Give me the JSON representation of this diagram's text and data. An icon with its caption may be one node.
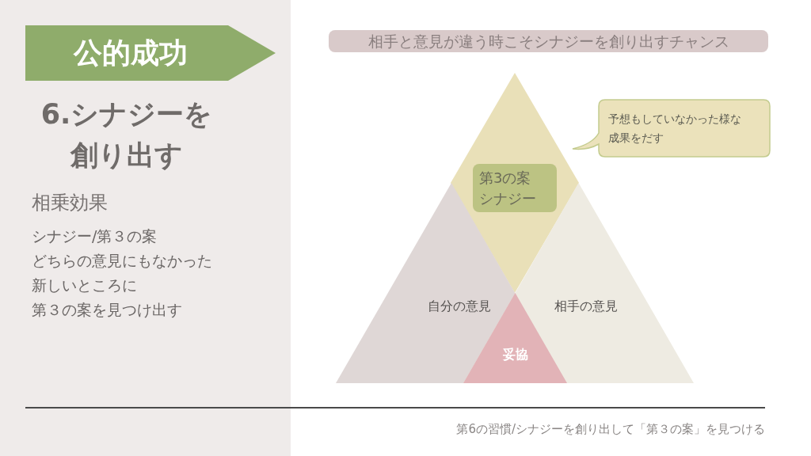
{
  "diagram": {
    "title": "6.シナジーを創り出す",
    "caption": "第6の習慣/シナジーを創り出して「第３の案」を見つける",
    "nodes": [
      {
        "text": [
          "公的成功"
        ]
      },
      {
        "text": [
          "相手と意見が違う時こそシナジーを創り出すチャンス"
        ]
      },
      {
        "text": [],
        "shape": "diamond"
      },
      {
        "text": [
          "第3の案",
          "シナジー"
        ],
        "in": 2
      },
      {
        "text": [
          "予想もしていなかった様な成果をだす"
        ]
      },
      {
        "text": [
          "自分の意見"
        ]
      },
      {
        "text": [
          "相手の意見"
        ]
      },
      {
        "text": [
          "妥協"
        ]
      }
    ],
    "labels": [
      "相乗効果",
      "シナジー/第３の案",
      "どちらの意見にもなかった",
      "新しいところに",
      "第３の案を見つけ出す"
    ]
  }
}
